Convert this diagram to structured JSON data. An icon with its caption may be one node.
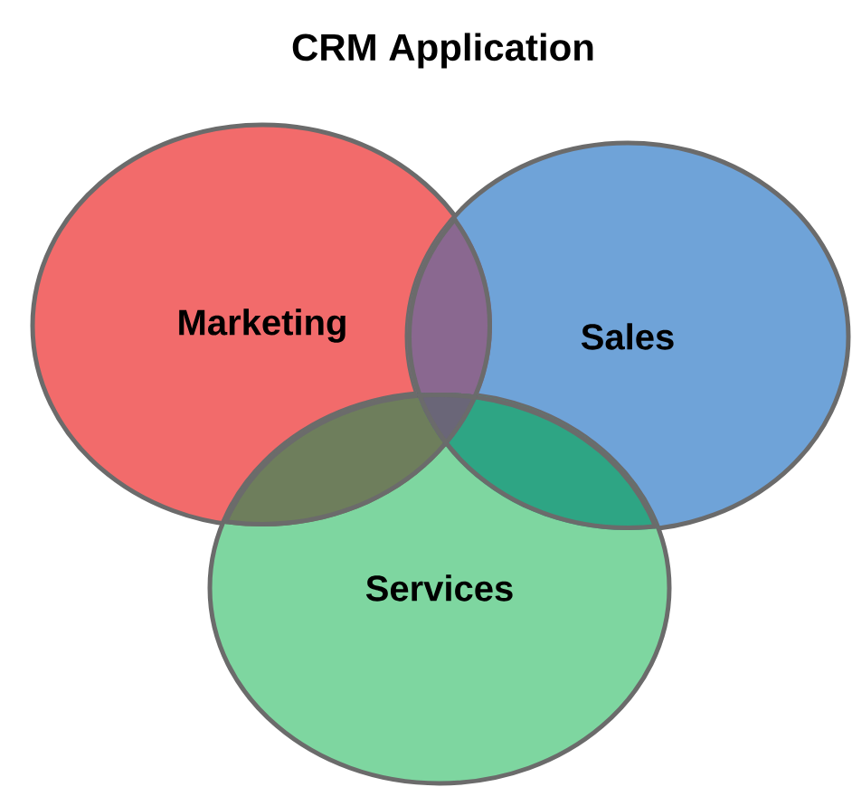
{
  "diagram": {
    "title": "CRM Application",
    "nodes": [
      {
        "text": [
          "Marketing"
        ]
      },
      {
        "text": [
          "Sales"
        ]
      },
      {
        "text": [
          "Services"
        ]
      }
    ]
  }
}
